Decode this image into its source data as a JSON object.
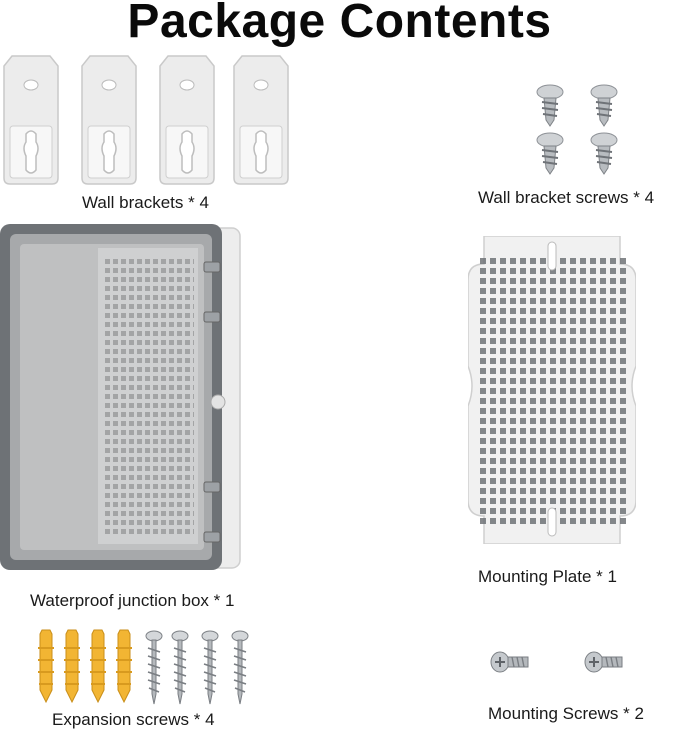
{
  "title": "Package Contents",
  "items": {
    "wall_brackets": {
      "label": "Wall brackets * 4"
    },
    "wall_bracket_screws": {
      "label": "Wall bracket screws * 4"
    },
    "junction_box": {
      "label": "Waterproof junction box * 1"
    },
    "mounting_plate": {
      "label": "Mounting Plate * 1"
    },
    "expansion_screws": {
      "label": "Expansion screws * 4"
    },
    "mounting_screws": {
      "label": "Mounting Screws * 2"
    }
  },
  "colors": {
    "plastic": "#e6e6e6",
    "lid": "#8c8f92",
    "anchor": "#f2b533",
    "metal": "#a9adb2"
  }
}
